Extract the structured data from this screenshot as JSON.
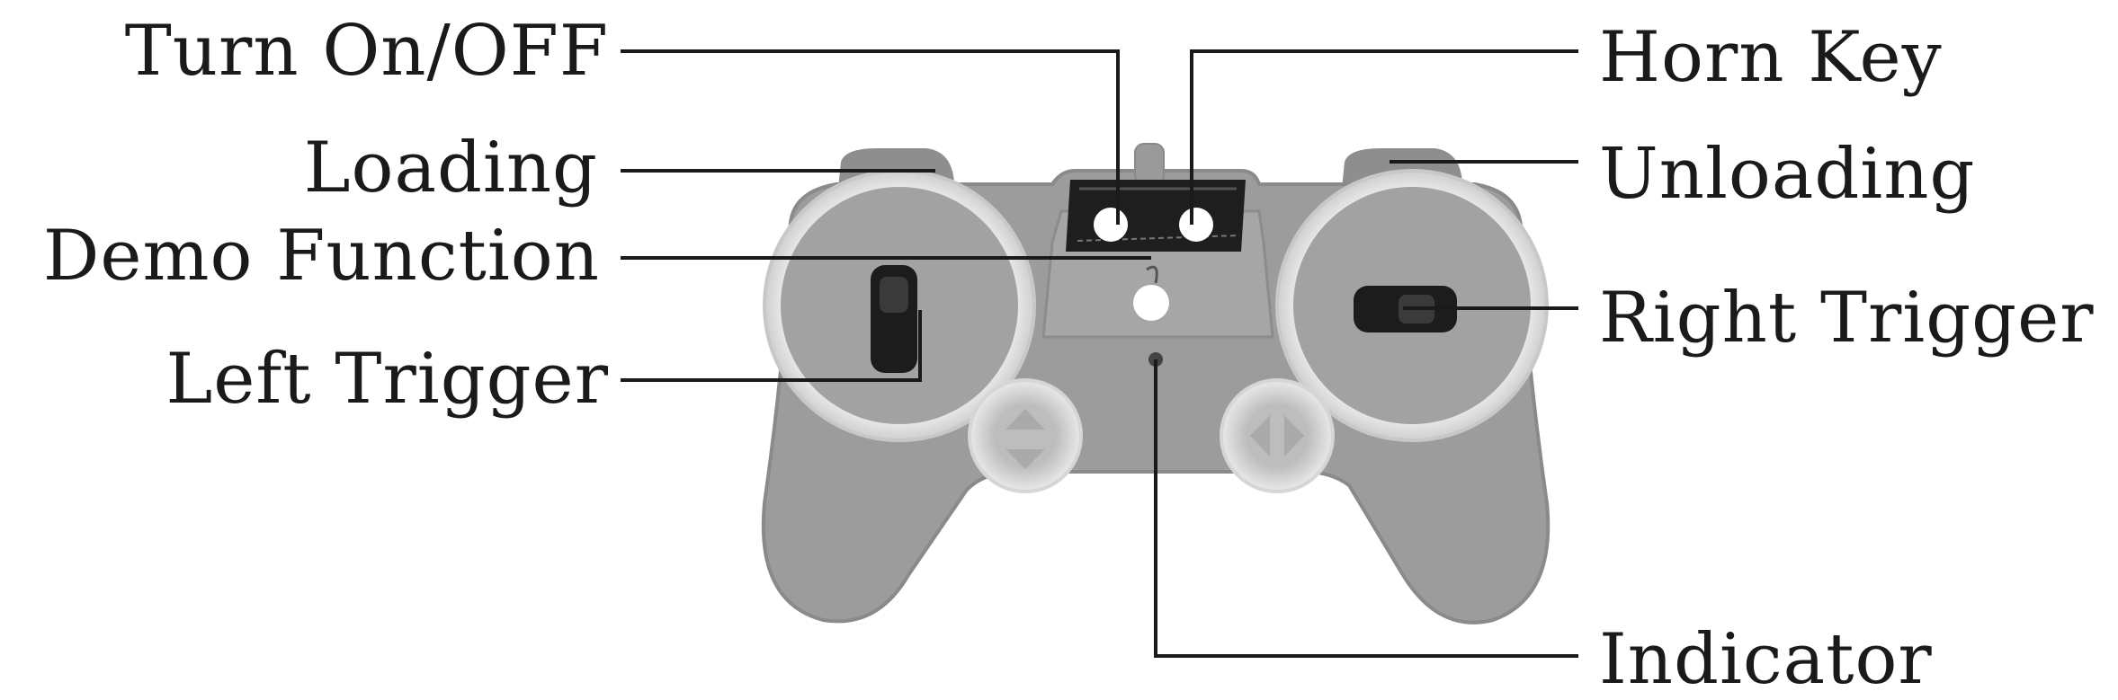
{
  "diagram": {
    "subject": "remote-controller",
    "labels": {
      "turn_on_off": "Turn On/OFF",
      "loading": "Loading",
      "demo_function": "Demo Function",
      "left_trigger": "Left Trigger",
      "horn_key": "Horn Key",
      "unloading": "Unloading",
      "right_trigger": "Right Trigger",
      "indicator": "Indicator"
    },
    "colors": {
      "body": "#9c9c9c",
      "body_dark": "#7f7f7f",
      "ring": "#e4e4e4",
      "lines": "#1a1a1a"
    }
  }
}
